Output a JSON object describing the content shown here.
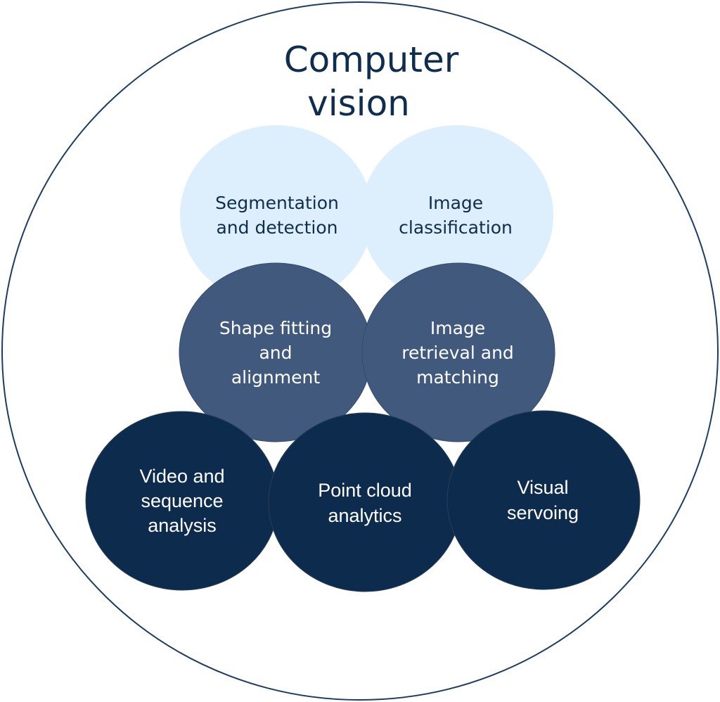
{
  "title": {
    "line1": "Computer",
    "line2": "vision"
  },
  "colors": {
    "outline": "#1c3d63",
    "light_fill": "#ddeffc",
    "mid_fill": "#41597c",
    "dark_fill": "#0d2b4d",
    "dark_text": "#0f2d4f",
    "light_text": "#ffffff"
  },
  "nodes": [
    {
      "id": "segmentation",
      "lines": [
        "Segmentation",
        "and detection"
      ],
      "tier": "light"
    },
    {
      "id": "classification",
      "lines": [
        "Image",
        "classification"
      ],
      "tier": "light"
    },
    {
      "id": "shape-fitting",
      "lines": [
        "Shape fitting",
        "and",
        "alignment"
      ],
      "tier": "mid"
    },
    {
      "id": "retrieval",
      "lines": [
        "Image",
        "retrieval and",
        "matching"
      ],
      "tier": "mid"
    },
    {
      "id": "video",
      "lines": [
        "Video and",
        "sequence",
        "analysis"
      ],
      "tier": "dark"
    },
    {
      "id": "point-cloud",
      "lines": [
        "Point cloud",
        "analytics"
      ],
      "tier": "dark"
    },
    {
      "id": "visual-servoing",
      "lines": [
        "Visual",
        "servoing"
      ],
      "tier": "dark"
    }
  ]
}
